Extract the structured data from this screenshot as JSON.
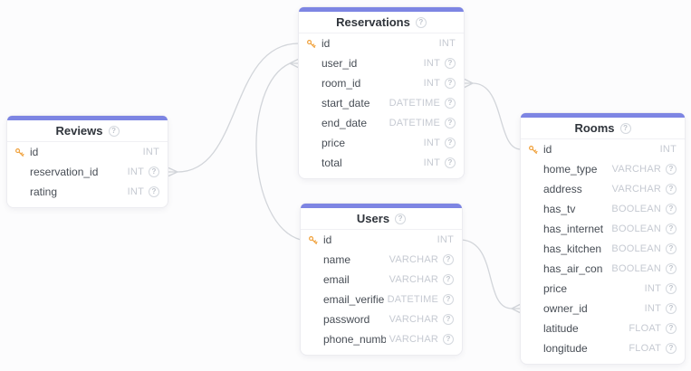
{
  "diagram": {
    "colors": {
      "table_accent": "#7d85e3",
      "primary_key_icon": "#f0a23d",
      "relation_line": "#d2d5da",
      "field_text": "#474d55",
      "type_text": "#c6cad2"
    },
    "tables": [
      {
        "key": "reservations",
        "title": "Reservations",
        "fields": [
          {
            "name": "id",
            "type": "INT",
            "primary": true,
            "info": false
          },
          {
            "name": "user_id",
            "type": "INT",
            "primary": false,
            "info": true
          },
          {
            "name": "room_id",
            "type": "INT",
            "primary": false,
            "info": true
          },
          {
            "name": "start_date",
            "type": "DATETIME",
            "primary": false,
            "info": true
          },
          {
            "name": "end_date",
            "type": "DATETIME",
            "primary": false,
            "info": true
          },
          {
            "name": "price",
            "type": "INT",
            "primary": false,
            "info": true
          },
          {
            "name": "total",
            "type": "INT",
            "primary": false,
            "info": true
          }
        ]
      },
      {
        "key": "reviews",
        "title": "Reviews",
        "fields": [
          {
            "name": "id",
            "type": "INT",
            "primary": true,
            "info": false
          },
          {
            "name": "reservation_id",
            "type": "INT",
            "primary": false,
            "info": true
          },
          {
            "name": "rating",
            "type": "INT",
            "primary": false,
            "info": true
          }
        ]
      },
      {
        "key": "users",
        "title": "Users",
        "fields": [
          {
            "name": "id",
            "type": "INT",
            "primary": true,
            "info": false
          },
          {
            "name": "name",
            "type": "VARCHAR",
            "primary": false,
            "info": true
          },
          {
            "name": "email",
            "type": "VARCHAR",
            "primary": false,
            "info": true
          },
          {
            "name": "email_verified",
            "type": "DATETIME",
            "primary": false,
            "info": true
          },
          {
            "name": "password",
            "type": "VARCHAR",
            "primary": false,
            "info": true
          },
          {
            "name": "phone_number",
            "type": "VARCHAR",
            "primary": false,
            "info": true
          }
        ]
      },
      {
        "key": "rooms",
        "title": "Rooms",
        "fields": [
          {
            "name": "id",
            "type": "INT",
            "primary": true,
            "info": false
          },
          {
            "name": "home_type",
            "type": "VARCHAR",
            "primary": false,
            "info": true
          },
          {
            "name": "address",
            "type": "VARCHAR",
            "primary": false,
            "info": true
          },
          {
            "name": "has_tv",
            "type": "BOOLEAN",
            "primary": false,
            "info": true
          },
          {
            "name": "has_internet",
            "type": "BOOLEAN",
            "primary": false,
            "info": true
          },
          {
            "name": "has_kitchen",
            "type": "BOOLEAN",
            "primary": false,
            "info": true
          },
          {
            "name": "has_air_con",
            "type": "BOOLEAN",
            "primary": false,
            "info": true
          },
          {
            "name": "price",
            "type": "INT",
            "primary": false,
            "info": true
          },
          {
            "name": "owner_id",
            "type": "INT",
            "primary": false,
            "info": true
          },
          {
            "name": "latitude",
            "type": "FLOAT",
            "primary": false,
            "info": true
          },
          {
            "name": "longitude",
            "type": "FLOAT",
            "primary": false,
            "info": true
          }
        ]
      }
    ],
    "relations": [
      {
        "from": "reviews.reservation_id",
        "to": "reservations.id"
      },
      {
        "from": "reservations.user_id",
        "to": "users.id"
      },
      {
        "from": "reservations.room_id",
        "to": "rooms.id"
      },
      {
        "from": "rooms.owner_id",
        "to": "users.id"
      }
    ]
  }
}
